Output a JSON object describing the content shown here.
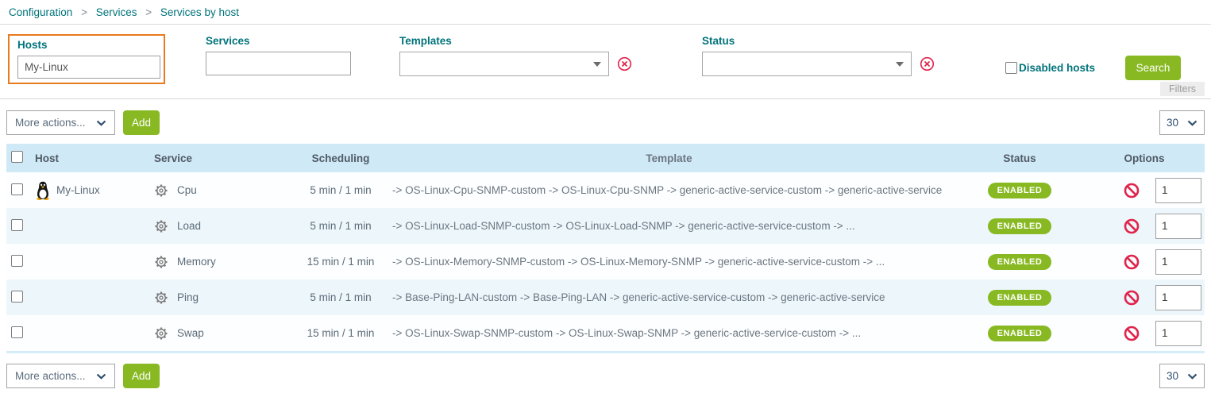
{
  "breadcrumb": {
    "separator": ">",
    "items": [
      "Configuration",
      "Services",
      "Services by host"
    ]
  },
  "filters": {
    "hosts_label": "Hosts",
    "hosts_value": "My-Linux",
    "services_label": "Services",
    "services_value": "",
    "templates_label": "Templates",
    "templates_value": "",
    "status_label": "Status",
    "status_value": "",
    "disabled_hosts_label": "Disabled hosts",
    "disabled_hosts_checked": false,
    "search_button_label": "Search",
    "panel_caption": "Filters"
  },
  "toolbar_top": {
    "more_actions_label": "More actions...",
    "add_button_label": "Add",
    "page_size_value": "30"
  },
  "toolbar_bottom": {
    "more_actions_label": "More actions...",
    "add_button_label": "Add",
    "page_size_value": "30"
  },
  "table": {
    "headers": {
      "host": "Host",
      "service": "Service",
      "scheduling": "Scheduling",
      "template": "Template",
      "status": "Status",
      "options": "Options"
    },
    "rows": [
      {
        "host": "My-Linux",
        "os_icon": "linux-penguin-icon",
        "service": "Cpu",
        "scheduling": "5 min / 1 min",
        "template": "-> OS-Linux-Cpu-SNMP-custom -> OS-Linux-Cpu-SNMP -> generic-active-service-custom -> generic-active-service",
        "status": "ENABLED",
        "options_value": "1"
      },
      {
        "host": "",
        "os_icon": "",
        "service": "Load",
        "scheduling": "5 min / 1 min",
        "template": "-> OS-Linux-Load-SNMP-custom -> OS-Linux-Load-SNMP -> generic-active-service-custom -> ...",
        "status": "ENABLED",
        "options_value": "1"
      },
      {
        "host": "",
        "os_icon": "",
        "service": "Memory",
        "scheduling": "15 min / 1 min",
        "template": "-> OS-Linux-Memory-SNMP-custom -> OS-Linux-Memory-SNMP -> generic-active-service-custom -> ...",
        "status": "ENABLED",
        "options_value": "1"
      },
      {
        "host": "",
        "os_icon": "",
        "service": "Ping",
        "scheduling": "5 min / 1 min",
        "template": "-> Base-Ping-LAN-custom -> Base-Ping-LAN -> generic-active-service-custom -> generic-active-service",
        "status": "ENABLED",
        "options_value": "1"
      },
      {
        "host": "",
        "os_icon": "",
        "service": "Swap",
        "scheduling": "15 min / 1 min",
        "template": "-> OS-Linux-Swap-SNMP-custom -> OS-Linux-Swap-SNMP -> generic-active-service-custom -> ...",
        "status": "ENABLED",
        "options_value": "1"
      }
    ]
  },
  "icons": {
    "gear": "gear-icon (service config cog)",
    "clear": "circled-x-icon (clear selection)",
    "disable": "prohibition-icon (disable service)",
    "chevron": "chevron-down-icon (select dropdown)",
    "penguin": "linux-penguin-icon (host OS Linux)"
  },
  "colors": {
    "teal_label": "#00737b",
    "green_accent": "#88b922",
    "orange_highlight": "#e87a21",
    "red_icon": "#e0244c",
    "table_header_bg": "#cfe9f6",
    "row_alt_bg": "#edf6fb"
  }
}
